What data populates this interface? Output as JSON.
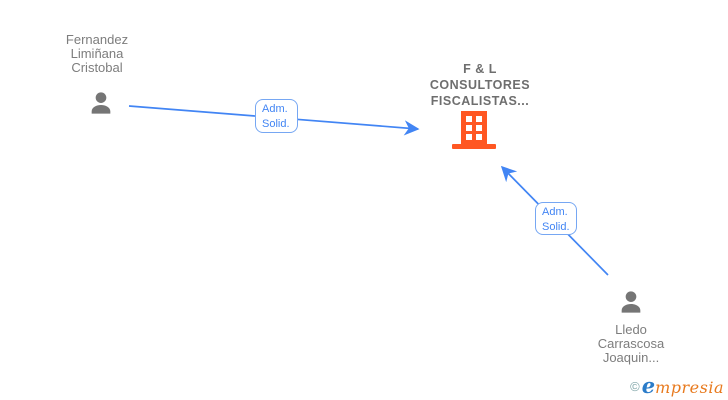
{
  "diagram": {
    "background": "#ffffff",
    "nodes": {
      "person1": {
        "type": "person",
        "lines": [
          "Fernandez",
          "Limiñana",
          "Cristobal"
        ]
      },
      "company": {
        "type": "company",
        "lines": [
          "F & L",
          "CONSULTORES",
          "FISCALISTAS..."
        ]
      },
      "person2": {
        "type": "person",
        "lines": [
          "Lledo",
          "Carrascosa",
          "Joaquin..."
        ]
      }
    },
    "edges": {
      "edge1": {
        "from": "person1",
        "to": "company",
        "label_line1": "Adm.",
        "label_line2": "Solid."
      },
      "edge2": {
        "from": "person2",
        "to": "company",
        "label_line1": "Adm.",
        "label_line2": "Solid."
      }
    },
    "colors": {
      "person_icon": "#757575",
      "person_text": "#7d7d7d",
      "company_text": "#6e6e6e",
      "building_icon": "#FF5722",
      "edge": "#4285F4",
      "label_border": "#76a7f3",
      "label_text": "#4285F4"
    },
    "watermark": {
      "copyright": "©",
      "brand_e": "e",
      "brand_rest": "mpresia"
    }
  }
}
